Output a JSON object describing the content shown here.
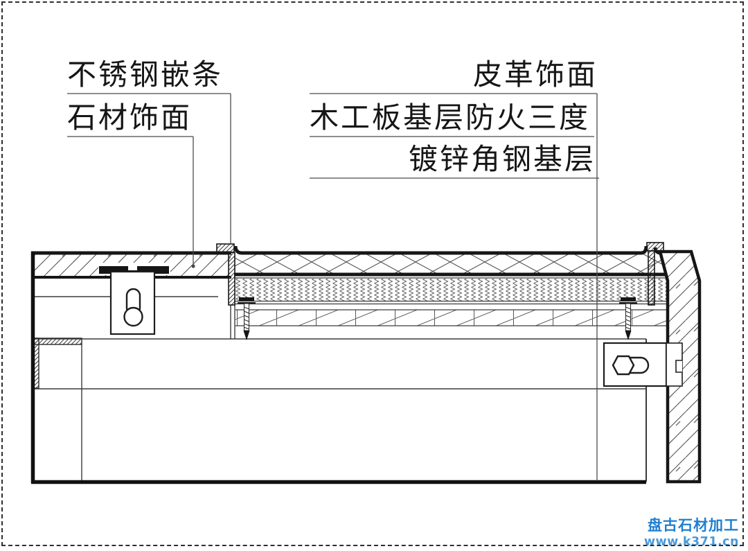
{
  "figure": {
    "kind": "stone-and-leather-wall-panel-section-detail",
    "background": "#ffffff",
    "line_color": "#1a1a1a",
    "hatch_color": "#4a4a4a"
  },
  "callouts": {
    "stainless_steel_strip": "不锈钢嵌条",
    "stone_finish": "石材饰面",
    "leather_finish": "皮革饰面",
    "plywood_base_fireproof": "木工板基层防火三度",
    "galvanized_angle_steel_base": "镀锌角钢基层"
  },
  "watermark": {
    "brand": "盘古石材加工",
    "url": "www.k371.cn",
    "brand_color": "#1f7fd0",
    "url_color": "#4a9ad8"
  }
}
